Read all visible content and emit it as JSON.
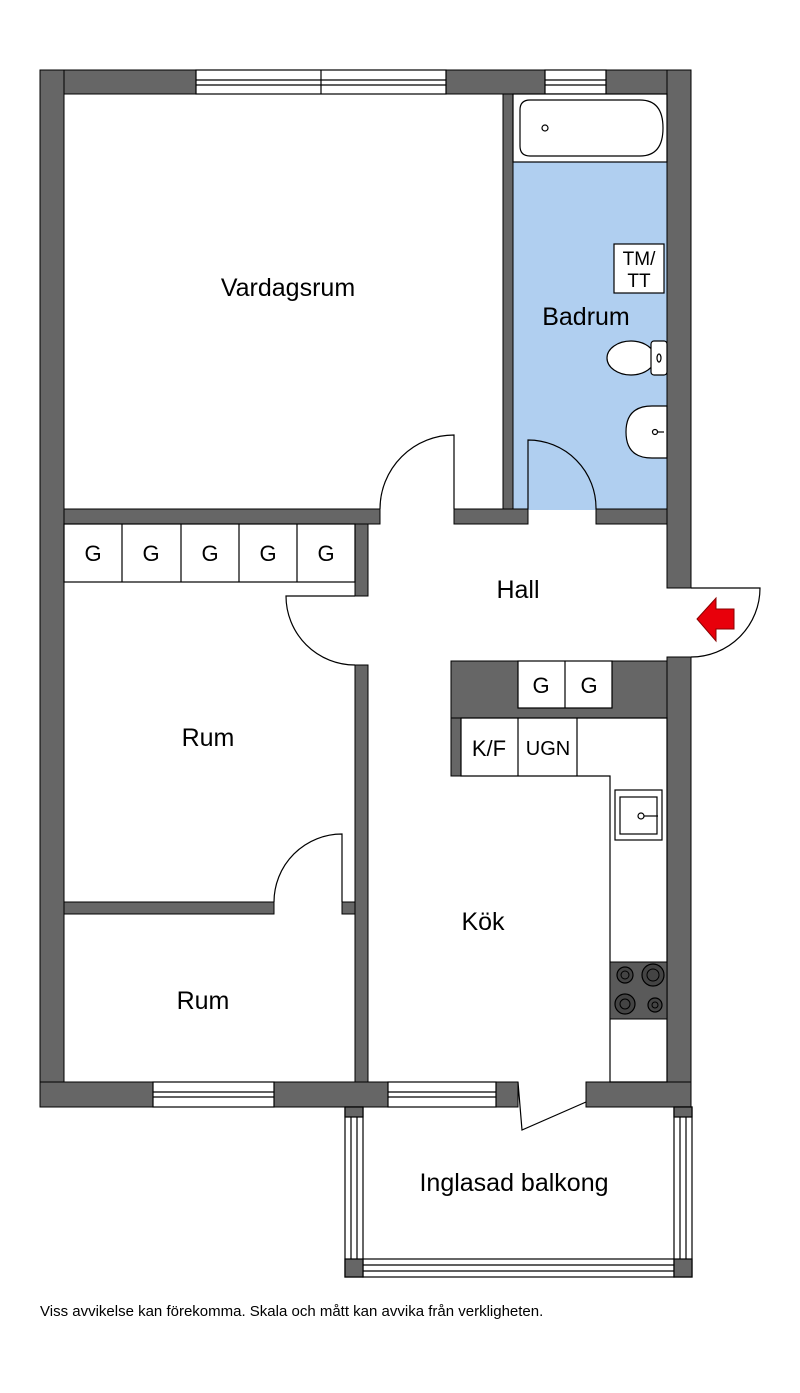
{
  "rooms": {
    "living": "Vardagsrum",
    "bathroom": "Badrum",
    "hall": "Hall",
    "room1": "Rum",
    "room2": "Rum",
    "kitchen": "Kök",
    "balcony": "Inglasad balkong"
  },
  "fixtures": {
    "wardrobe": "G",
    "washer_line1": "TM/",
    "washer_line2": "TT",
    "fridge": "K/F",
    "oven": "UGN"
  },
  "disclaimer": "Viss avvikelse kan förekomma. Skala och mått kan avvika från verkligheten.",
  "colors": {
    "wall": "#666666",
    "bathroom": "#b0cff0",
    "entrance_arrow": "#e8000b"
  },
  "icons": {
    "entrance": "entrance-arrow-icon",
    "bathtub": "bathtub-icon",
    "toilet": "toilet-icon",
    "sink": "sink-icon",
    "stove": "stove-icon"
  }
}
